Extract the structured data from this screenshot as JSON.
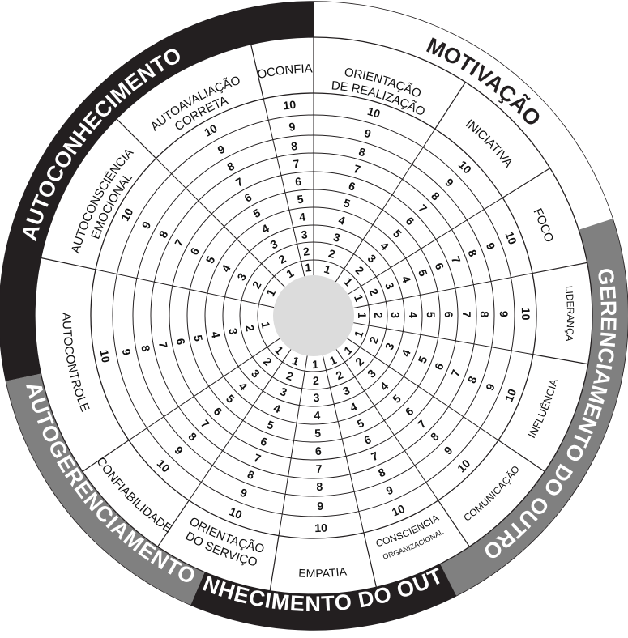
{
  "scale": {
    "levels": [
      1,
      2,
      3,
      4,
      5,
      6,
      7,
      8,
      9,
      10
    ]
  },
  "colors": {
    "dark_band": "#231f20",
    "gray_band": "#808080",
    "center_circle": "#dcdcdc",
    "lines": "#231f20",
    "background": "#ffffff"
  },
  "quadrants": [
    {
      "id": "motivacao",
      "title": "MOTIVAÇÃO",
      "band": "white",
      "text_color": "#231f20"
    },
    {
      "id": "gerenciamento-do-outro",
      "title": "GERENCIAMENTO DO OUTRO",
      "band": "gray",
      "text_color": "#ffffff"
    },
    {
      "id": "conhecimento-do-outro",
      "title": "CONHECIMENTO DO OUTRO",
      "band": "dark",
      "text_color": "#ffffff"
    },
    {
      "id": "autogerenciamento",
      "title": "AUTOGERENCIAMENTO",
      "band": "gray",
      "text_color": "#ffffff"
    },
    {
      "id": "autoconhecimento",
      "title": "AUTOCONHECIMENTO",
      "band": "dark",
      "text_color": "#ffffff"
    }
  ],
  "sectors": [
    {
      "id": "orientacao-de-realizacao",
      "label": [
        "ORIENTAÇÃO",
        "DE REALIZAÇÃO"
      ]
    },
    {
      "id": "iniciativa",
      "label": [
        "INICIATIVA"
      ]
    },
    {
      "id": "foco",
      "label": [
        "FOCO"
      ]
    },
    {
      "id": "lideranca",
      "label": [
        "LIDERANÇA"
      ]
    },
    {
      "id": "influencia",
      "label": [
        "INFLUÊNCIA"
      ]
    },
    {
      "id": "comunicacao",
      "label": [
        "COMUNICAÇÃO"
      ]
    },
    {
      "id": "consciencia-organizacional",
      "label": [
        "CONSCIÊNCIA",
        "ORGANIZACIONAL"
      ]
    },
    {
      "id": "empatia",
      "label": [
        "EMPATIA"
      ]
    },
    {
      "id": "orientacao-do-servico",
      "label": [
        "ORIENTAÇÃO",
        "DO SERVIÇO"
      ]
    },
    {
      "id": "confiabilidade",
      "label": [
        "CONFIABILIDADE"
      ]
    },
    {
      "id": "autocontrole",
      "label": [
        "AUTOCONTROLE"
      ]
    },
    {
      "id": "autoconsciencia-emocional",
      "label": [
        "AUTOCONSCIÊNCIA",
        "EMOCIONAL"
      ]
    },
    {
      "id": "autoavaliacao-correta",
      "label": [
        "AUTOAVALIAÇÃO",
        "CORRETA"
      ]
    },
    {
      "id": "autoconfianca",
      "label": [
        "AUTOCONFIANÇA"
      ]
    }
  ]
}
